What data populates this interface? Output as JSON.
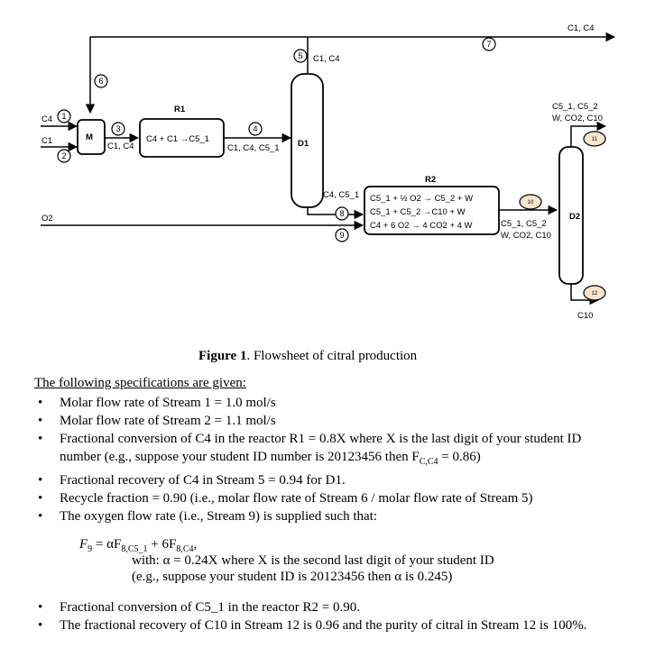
{
  "flowsheet": {
    "units": {
      "mixer": "M",
      "r1": "R1",
      "r1_reaction": "C4 + C1 →C5_1",
      "d1": "D1",
      "r2": "R2",
      "r2_reactions": [
        "C5_1 + ½ O2 → C5_2 + W",
        "C5_1 + C5_2 →C10 + W",
        "C4 + 6 O2 → 4 CO2 + 4 W"
      ],
      "d2": "D2"
    },
    "streams": {
      "s1": "1",
      "s2": "2",
      "s3": "3",
      "s4": "4",
      "s5": "5",
      "s6": "6",
      "s7": "7",
      "s8": "8",
      "s9": "9",
      "s10": "10",
      "s11": "11",
      "s12": "12"
    },
    "labels": {
      "feed_c4": "C4",
      "feed_c1": "C1",
      "o2": "O2",
      "s3_comp": "C1, C4",
      "s4_comp": "C1, C4, C5_1",
      "s5_comp": "C1, C4",
      "s7_comp": "C1, C4",
      "s8_comp": "C4, C5_1",
      "s10_comp_1": "C5_1, C5_2",
      "s10_comp_2": "W, CO2, C10",
      "s11_comp_1": "C5_1, C5_2",
      "s11_comp_2": "W, CO2, C10",
      "s12_comp": "C10"
    }
  },
  "caption": {
    "label": "Figure 1",
    "text": ". Flowsheet of citral production"
  },
  "spec_heading": "The following specifications are given:",
  "specs": [
    "Molar flow rate of Stream 1 = 1.0 mol/s",
    "Molar flow rate of Stream 2 = 1.1 mol/s",
    "Fractional conversion of C4 in the reactor R1 = 0.8X where X is the last digit of your student ID number (e.g., suppose your student ID number is 20123456 then F",
    "Fractional recovery of C4 in Stream 5 = 0.94 for D1.",
    "Recycle fraction = 0.90 (i.e., molar flow rate of Stream 6 / molar flow rate of Stream 5)",
    "The oxygen flow rate (i.e., Stream 9) is supplied such that:"
  ],
  "spec3_tail": {
    "sub": "C,C4",
    "rest": " = 0.86)"
  },
  "equation": {
    "lhs": "F",
    "lhs_sub": "9",
    "mid": " = αF",
    "sub1": "8,C5_1",
    "plus": " + 6F",
    "sub2": "8,C4",
    "end": ","
  },
  "eq_note_1": "with: α = 0.24X where X is the second last digit of your student ID",
  "eq_note_2": "(e.g., suppose your student ID is 20123456 then α is 0.245)",
  "specs2": [
    "Fractional conversion of C5_1 in the reactor R2 = 0.90.",
    "The fractional recovery of C10 in Stream 12 is 0.96 and the purity of citral in Stream 12 is 100%."
  ],
  "bullet": "•"
}
